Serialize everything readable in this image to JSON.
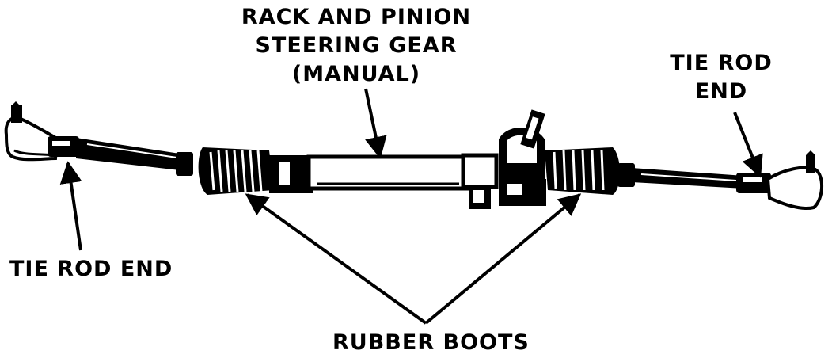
{
  "labels": {
    "rack_gear": [
      "RACK AND PINION",
      "STEERING GEAR",
      "(MANUAL)"
    ],
    "tie_rod_end_right": [
      "TIE ROD",
      "END"
    ],
    "tie_rod_end_left": "TIE ROD END",
    "rubber_boots": "RUBBER BOOTS"
  },
  "colors": {
    "ink": "#000000",
    "paper": "#ffffff"
  }
}
